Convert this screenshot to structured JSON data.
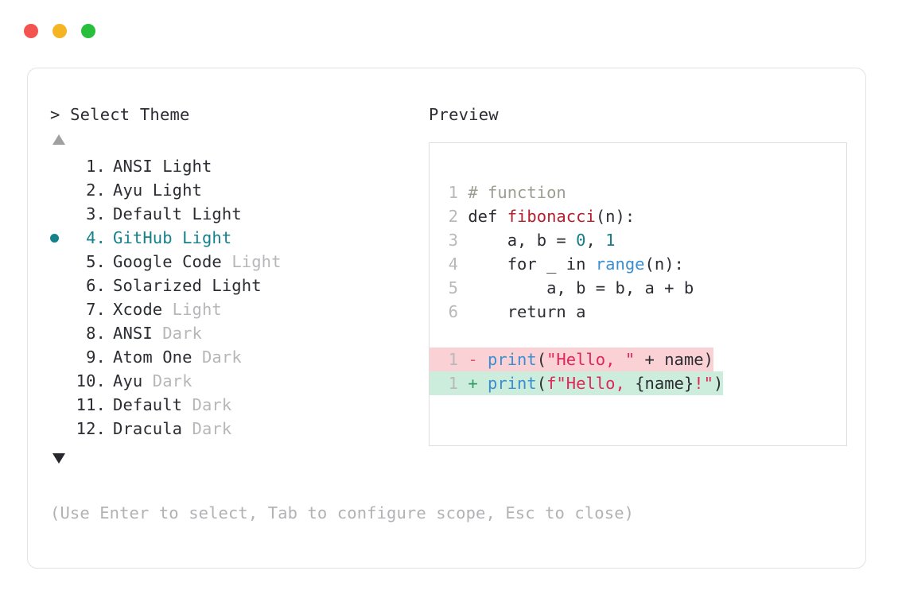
{
  "window": {
    "traffic_lights": [
      {
        "name": "close",
        "color": "#f4544f"
      },
      {
        "name": "minimize",
        "color": "#f5b422"
      },
      {
        "name": "maximize",
        "color": "#27bf3c"
      }
    ]
  },
  "accent_color": "#14818b",
  "left_panel": {
    "header": "> Select Theme",
    "scroll_up_icon": "triangle-up-icon",
    "scroll_down_icon": "triangle-down-icon",
    "selected_index": 4,
    "items": [
      {
        "index": "1.",
        "name": "ANSI",
        "suffix": "Light",
        "suffix_dim": false,
        "selected": false
      },
      {
        "index": "2.",
        "name": "Ayu",
        "suffix": "Light",
        "suffix_dim": false,
        "selected": false
      },
      {
        "index": "3.",
        "name": "Default",
        "suffix": "Light",
        "suffix_dim": false,
        "selected": false
      },
      {
        "index": "4.",
        "name": "GitHub",
        "suffix": "Light",
        "suffix_dim": false,
        "selected": true
      },
      {
        "index": "5.",
        "name": "Google Code",
        "suffix": "Light",
        "suffix_dim": true,
        "selected": false
      },
      {
        "index": "6.",
        "name": "Solarized",
        "suffix": "Light",
        "suffix_dim": false,
        "selected": false
      },
      {
        "index": "7.",
        "name": "Xcode",
        "suffix": "Light",
        "suffix_dim": true,
        "selected": false
      },
      {
        "index": "8.",
        "name": "ANSI",
        "suffix": "Dark",
        "suffix_dim": true,
        "selected": false
      },
      {
        "index": "9.",
        "name": "Atom One",
        "suffix": "Dark",
        "suffix_dim": true,
        "selected": false
      },
      {
        "index": "10.",
        "name": "Ayu",
        "suffix": "Dark",
        "suffix_dim": true,
        "selected": false
      },
      {
        "index": "11.",
        "name": "Default",
        "suffix": "Dark",
        "suffix_dim": true,
        "selected": false
      },
      {
        "index": "12.",
        "name": "Dracula",
        "suffix": "Dark",
        "suffix_dim": true,
        "selected": false
      }
    ]
  },
  "right_panel": {
    "header": "Preview",
    "code_lines": [
      {
        "n": "1",
        "segments": [
          {
            "t": "# function",
            "c": "tok-comment"
          }
        ]
      },
      {
        "n": "2",
        "segments": [
          {
            "t": "def ",
            "c": "tok-plain"
          },
          {
            "t": "fibonacci",
            "c": "tok-func"
          },
          {
            "t": "(n):",
            "c": "tok-plain"
          }
        ]
      },
      {
        "n": "3",
        "segments": [
          {
            "t": "    a, b = ",
            "c": "tok-plain"
          },
          {
            "t": "0",
            "c": "tok-num"
          },
          {
            "t": ", ",
            "c": "tok-plain"
          },
          {
            "t": "1",
            "c": "tok-num"
          }
        ]
      },
      {
        "n": "4",
        "segments": [
          {
            "t": "    for _ in ",
            "c": "tok-plain"
          },
          {
            "t": "range",
            "c": "tok-builtin"
          },
          {
            "t": "(n):",
            "c": "tok-plain"
          }
        ]
      },
      {
        "n": "5",
        "segments": [
          {
            "t": "        a, b = b, a + b",
            "c": "tok-plain"
          }
        ]
      },
      {
        "n": "6",
        "segments": [
          {
            "t": "    return a",
            "c": "tok-plain"
          }
        ]
      }
    ],
    "diff_lines": [
      {
        "n": "1",
        "kind": "del",
        "marker": "-",
        "segments": [
          {
            "t": "print",
            "c": "tok-builtin"
          },
          {
            "t": "(",
            "c": "tok-plain"
          },
          {
            "t": "\"Hello, \"",
            "c": "tok-string"
          },
          {
            "t": " + name)",
            "c": "tok-plain"
          }
        ]
      },
      {
        "n": "1",
        "kind": "add",
        "marker": "+",
        "segments": [
          {
            "t": "print",
            "c": "tok-builtin"
          },
          {
            "t": "(",
            "c": "tok-plain"
          },
          {
            "t": "f\"Hello, ",
            "c": "tok-string"
          },
          {
            "t": "{name}",
            "c": "tok-plain"
          },
          {
            "t": "!\"",
            "c": "tok-string"
          },
          {
            "t": ")",
            "c": "tok-plain"
          }
        ]
      }
    ]
  },
  "hint": "(Use Enter to select, Tab to configure scope, Esc to close)"
}
